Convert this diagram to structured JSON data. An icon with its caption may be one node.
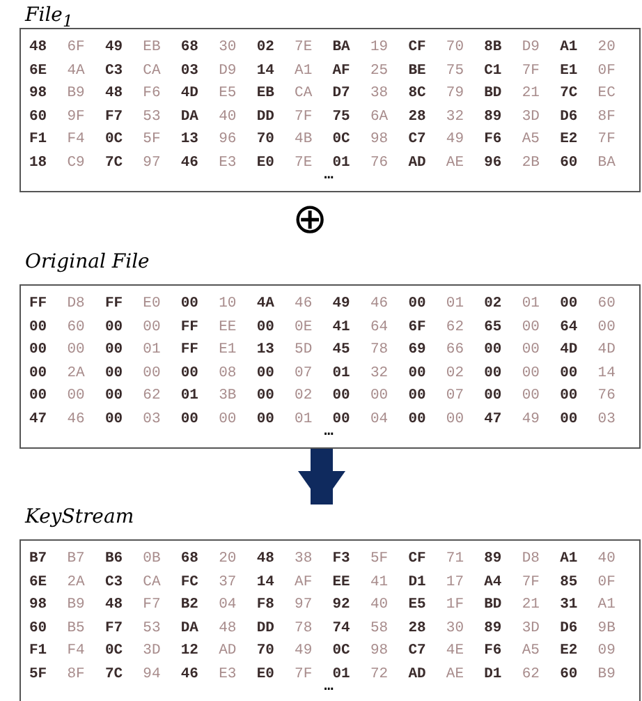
{
  "diagram": {
    "nodes": [
      {
        "text": [
          "File$_{1}$",
          "48 6F 49 EB 68 30 02 7E BA 19 CF 70 8B D9 A1 20 6E 4A C3 CA 03 D9 14 A1 AF 25 BE 75 C1 7F E1 0F 98 B9 48 F6 4D E5 EB CA D7 38 8C 79 BD 21 7C EC 60 9F F7 53 DA 40 DD 7F 75 6A 28 32 89 3D D6 8F F1 F4 0C 5F 13 96 70 4B 0C 98 C7 49 F6 A5 E2 7F 18 C9 7C 97 46 E3 E0 7E 01 76 AD AE 96 2B 60 BA",
          "…"
        ]
      },
      {
        "text": [
          "Original File",
          "FF D8 FF E0 00 10 4A 46 49 46 00 01 02 01 00 60 00 60 00 00 FF EE 00 0E 41 64 6F 62 65 00 64 00 00 00 00 01 FF E1 13 5D 45 78 69 66 00 00 4D 4D 00 2A 00 00 00 08 00 07 01 32 00 02 00 00 00 14 00 00 00 62 01 3B 00 02 00 00 00 07 00 00 00 76 47 46 00 03 00 00 00 01 00 04 00 00 47 49 00 03",
          "…"
        ]
      },
      {
        "text": [
          "KeyStream",
          "B7 B7 B6 0B 68 20 48 38 F3 5F CF 71 89 D8 A1 40 6E 2A C3 CA FC 37 14 AF EE 41 D1 17 A4 7F 85 0F 98 B9 48 F7 B2 04 F8 97 92 40 E5 1F BD 21 31 A1 60 B5 F7 53 DA 48 DD 78 74 58 28 30 89 3D D6 9B F1 F4 0C 3D 12 AD 70 49 0C 98 C7 4E F6 A5 E2 09 5F 8F 7C 94 46 E3 E0 7F 01 72 AD AE D1 62 60 B9",
          "…"
        ]
      }
    ],
    "edges": [
      {
        "from": 1,
        "to": 2,
        "arrow": "to"
      }
    ],
    "labels": [
      "⊕"
    ]
  }
}
